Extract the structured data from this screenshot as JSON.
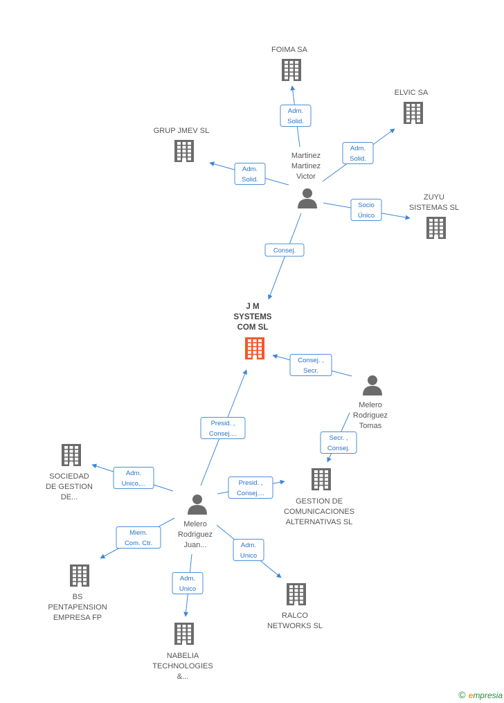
{
  "nodes": [
    {
      "id": "foima",
      "kind": "company",
      "lines": [
        "FOIMA SA"
      ]
    },
    {
      "id": "elvic",
      "kind": "company",
      "lines": [
        "ELVIC SA"
      ]
    },
    {
      "id": "grupjmev",
      "kind": "company",
      "lines": [
        "GRUP JMEV SL"
      ]
    },
    {
      "id": "martinez",
      "kind": "person",
      "lines": [
        "Martinez",
        "Martinez",
        "Victor"
      ]
    },
    {
      "id": "zuyu",
      "kind": "company",
      "lines": [
        "ZUYU",
        "SISTEMAS SL"
      ]
    },
    {
      "id": "jm",
      "kind": "company-main",
      "lines": [
        "J M",
        "SYSTEMS",
        "COM SL"
      ]
    },
    {
      "id": "tomas",
      "kind": "person",
      "lines": [
        "Melero",
        "Rodriguez",
        "Tomas"
      ]
    },
    {
      "id": "sociedad",
      "kind": "company",
      "lines": [
        "SOCIEDAD",
        "DE GESTION",
        "DE..."
      ]
    },
    {
      "id": "juan",
      "kind": "person",
      "lines": [
        "Melero",
        "Rodriguez",
        "Juan..."
      ]
    },
    {
      "id": "gestion",
      "kind": "company",
      "lines": [
        "GESTION DE",
        "COMUNICACIONES",
        "ALTERNATIVAS SL"
      ]
    },
    {
      "id": "bs",
      "kind": "company",
      "lines": [
        "BS",
        "PENTAPENSION",
        "EMPRESA FP"
      ]
    },
    {
      "id": "ralco",
      "kind": "company",
      "lines": [
        "RALCO",
        "NETWORKS SL"
      ]
    },
    {
      "id": "nabelia",
      "kind": "company",
      "lines": [
        "NABELIA",
        "TECHNOLOGIES",
        "&..."
      ]
    }
  ],
  "edges": [
    {
      "from": "martinez",
      "to": "foima",
      "label": [
        "Adm.",
        "Solid."
      ]
    },
    {
      "from": "martinez",
      "to": "elvic",
      "label": [
        "Adm.",
        "Solid."
      ]
    },
    {
      "from": "martinez",
      "to": "grupjmev",
      "label": [
        "Adm.",
        "Solid."
      ]
    },
    {
      "from": "martinez",
      "to": "zuyu",
      "label": [
        "Socio",
        "Único"
      ]
    },
    {
      "from": "martinez",
      "to": "jm",
      "label": [
        "Consej."
      ]
    },
    {
      "from": "tomas",
      "to": "jm",
      "label": [
        "Consej. ,",
        "Secr."
      ]
    },
    {
      "from": "tomas",
      "to": "gestion",
      "label": [
        "Secr. ,",
        "Consej."
      ]
    },
    {
      "from": "juan",
      "to": "jm",
      "label": [
        "Presid. ,",
        "Consej...."
      ]
    },
    {
      "from": "juan",
      "to": "sociedad",
      "label": [
        "Adm.",
        "Unico,..."
      ]
    },
    {
      "from": "juan",
      "to": "gestion",
      "label": [
        "Presid. ,",
        "Consej...."
      ]
    },
    {
      "from": "juan",
      "to": "bs",
      "label": [
        "Miem.",
        "Com. Ctr."
      ]
    },
    {
      "from": "juan",
      "to": "ralco",
      "label": [
        "Adm.",
        "Unico"
      ]
    },
    {
      "from": "juan",
      "to": "nabelia",
      "label": [
        "Adm.",
        "Unico"
      ]
    }
  ],
  "colors": {
    "company": "#6b6b6b",
    "company_main": "#f05a28",
    "person": "#6b6b6b",
    "edge": "#3c86d6"
  },
  "watermark": {
    "copyright": "©",
    "brand_initial": "e",
    "brand_rest": "mpresia"
  }
}
